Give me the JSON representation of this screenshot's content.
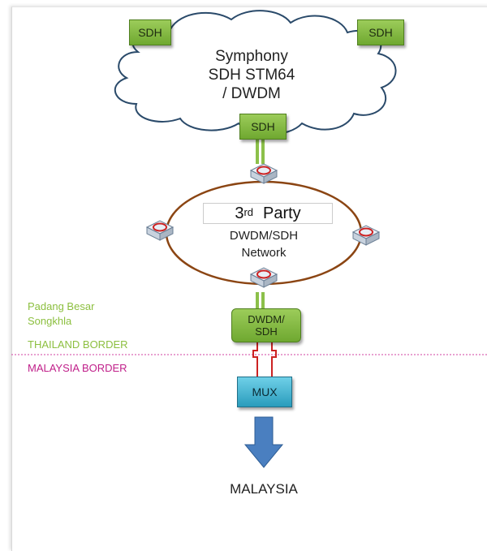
{
  "cloud": {
    "line1": "Symphony",
    "line2": "SDH STM64",
    "line3": "/ DWDM",
    "sdh_left": "SDH",
    "sdh_right": "SDH",
    "sdh_bottom": "SDH"
  },
  "ring": {
    "party_number": "3",
    "party_suffix": "rd",
    "party_word": "Party",
    "line1": "DWDM/SDH",
    "line2": "Network"
  },
  "site": {
    "name1": "Padang Besar",
    "name2": "Songkhla"
  },
  "border": {
    "thailand": "THAILAND BORDER",
    "malaysia": "MALAYSIA BORDER"
  },
  "nodes": {
    "dwdm_line1": "DWDM/",
    "dwdm_line2": "SDH",
    "mux": "MUX"
  },
  "destination": "MALAYSIA",
  "colors": {
    "sdh_green": "#7fb83d",
    "cloud_outline": "#2a4a6a",
    "ring": "#8b4513",
    "mux": "#3fb2cc",
    "arrow": "#4a7fc0",
    "thailand_text": "#8cbf3f",
    "malaysia_text": "#c0208a",
    "link_red": "#cc2222"
  }
}
